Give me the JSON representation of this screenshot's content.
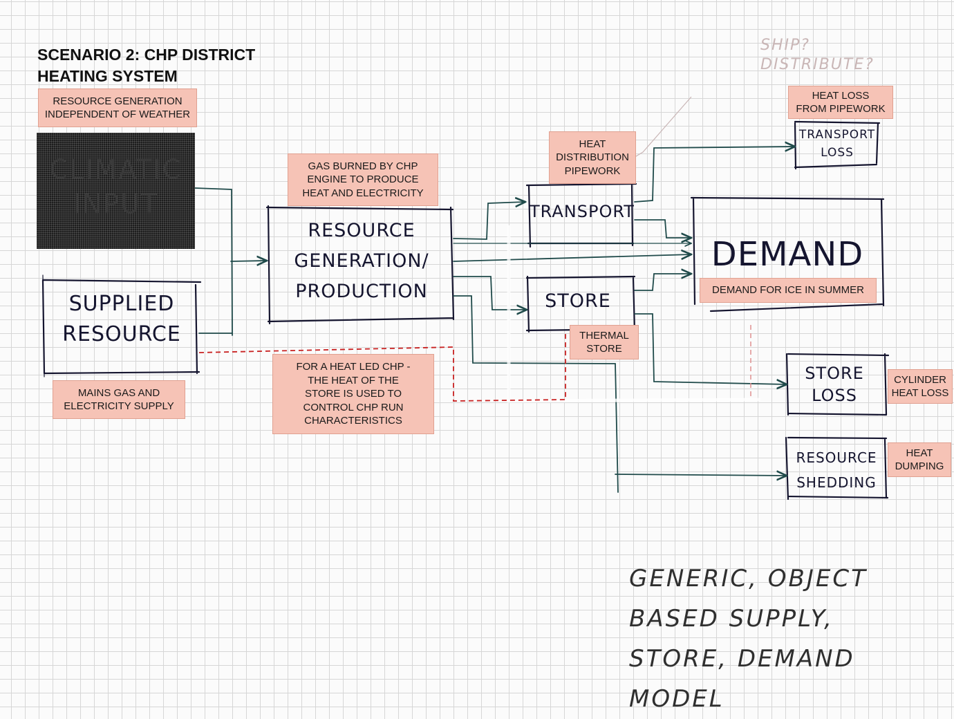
{
  "title": "SCENARIO 2: CHP DISTRICT\nHEATING SYSTEM",
  "notes": {
    "resource_generation": "RESOURCE GENERATION\nINDEPENDENT OF WEATHER",
    "gas_burned": "GAS BURNED BY CHP\nENGINE TO PRODUCE\nHEAT AND ELECTRICITY",
    "heat_distribution": "HEAT\nDISTRIBUTION\nPIPEWORK",
    "heat_loss_pipework": "HEAT LOSS\nFROM PIPEWORK",
    "demand_ice": "DEMAND FOR ICE IN SUMMER",
    "thermal_store": "THERMAL\nSTORE",
    "mains_gas": "MAINS GAS AND\nELECTRICITY SUPPLY",
    "heat_led_chp": "FOR A HEAT LED CHP -\nTHE HEAT OF THE\nSTORE IS USED TO\nCONTROL CHP RUN\nCHARACTERISTICS",
    "cylinder_heat_loss": "CYLINDER\nHEAT LOSS",
    "heat_dumping": "HEAT\nDUMPING"
  },
  "boxes": {
    "climatic_input": "CLIMATIC\nINPUT",
    "supplied_resource": "SUPPLIED\nRESOURCE",
    "resource_generation": "RESOURCE\nGENERATION/\nPRODUCTION",
    "transport": "TRANSPORT",
    "store": "STORE",
    "demand": "DEMAND",
    "transport_loss": "TRANSPORT\nLOSS",
    "store_loss": "STORE\nLOSS",
    "resource_shedding": "RESOURCE\nSHEDDING"
  },
  "pencil_note": "SHIP?\nDISTRIBUTE?",
  "footer_note": "GENERIC, OBJECT\nBASED SUPPLY,\nSTORE, DEMAND MODEL",
  "colors": {
    "note_fill": "#f6c3b6",
    "ink": "#15152f",
    "arrow_ink": "#1f4a4a",
    "dashed_line": "#c82020",
    "grid": "#d6d6d6"
  }
}
